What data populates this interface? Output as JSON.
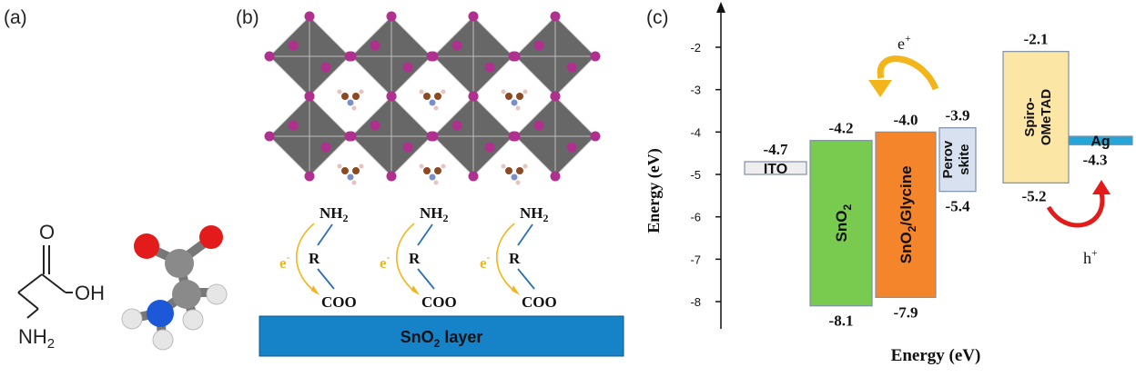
{
  "panels": {
    "a": {
      "label": "(a)",
      "structure": {
        "oxygen": "O",
        "hydroxyl": "OH",
        "amine": "NH",
        "amine_sub": "2"
      },
      "colors": {
        "oxygen": "#e31b1b",
        "nitrogen": "#1d58d8",
        "carbon": "#8a8a8a",
        "hydrogen": "#e6e6e6"
      }
    },
    "b": {
      "label": "(b)",
      "molecule_group": {
        "top": "NH",
        "top_sub": "2",
        "middle": "R",
        "bottom": "COO",
        "electron": "e",
        "electron_sup": "-"
      },
      "layer": {
        "text": "SnO",
        "sub": "2",
        "suffix": " layer"
      },
      "colors": {
        "layer": "#1683c8",
        "arrow": "#f2b51c",
        "octahedra": "#5b5b5b",
        "iodide": "#b0308f",
        "bond_line": "#2a6fb5"
      }
    },
    "c": {
      "label": "(c)",
      "axis": {
        "ylabel": "Energy (eV)",
        "xlabel": "Energy (eV)",
        "ticks": [
          "-2",
          "-3",
          "-4",
          "-5",
          "-6",
          "-7",
          "-8"
        ]
      },
      "layers": [
        {
          "name": "ITO",
          "cb": -4.7,
          "vb": -5.0,
          "color": "#eeeeee",
          "top_label": "-4.7",
          "bottom_label": ""
        },
        {
          "name": "SnO",
          "name_sub": "2",
          "cb": -4.2,
          "vb": -8.1,
          "color": "#78cb4f",
          "top_label": "-4.2",
          "bottom_label": "-8.1"
        },
        {
          "name": "SnO",
          "name_sub": "2",
          "name_suffix": "/Glycine",
          "cb": -4.0,
          "vb": -7.9,
          "color": "#f4852a",
          "top_label": "-4.0",
          "bottom_label": "-7.9"
        },
        {
          "name": "Perov",
          "name2": "skite",
          "cb": -3.9,
          "vb": -5.4,
          "color": "#d8e1ef",
          "top_label": "-3.9",
          "bottom_label": "-5.4"
        },
        {
          "name": "Spiro-",
          "name2": "OMeTAD",
          "cb": -2.1,
          "vb": -5.2,
          "color": "#fce6a6",
          "top_label": "-2.1",
          "bottom_label": "-5.2"
        },
        {
          "name": "Ag",
          "cb": -4.1,
          "vb": -4.3,
          "color": "#25a6d8",
          "top_label": "",
          "bottom_label": "-4.3"
        }
      ],
      "electron": {
        "text": "e",
        "sup": "+"
      },
      "hole": {
        "text": "h",
        "sup": "+"
      },
      "colors": {
        "electron_arrow": "#f2b51c",
        "hole_arrow": "#e31b1b"
      }
    }
  }
}
